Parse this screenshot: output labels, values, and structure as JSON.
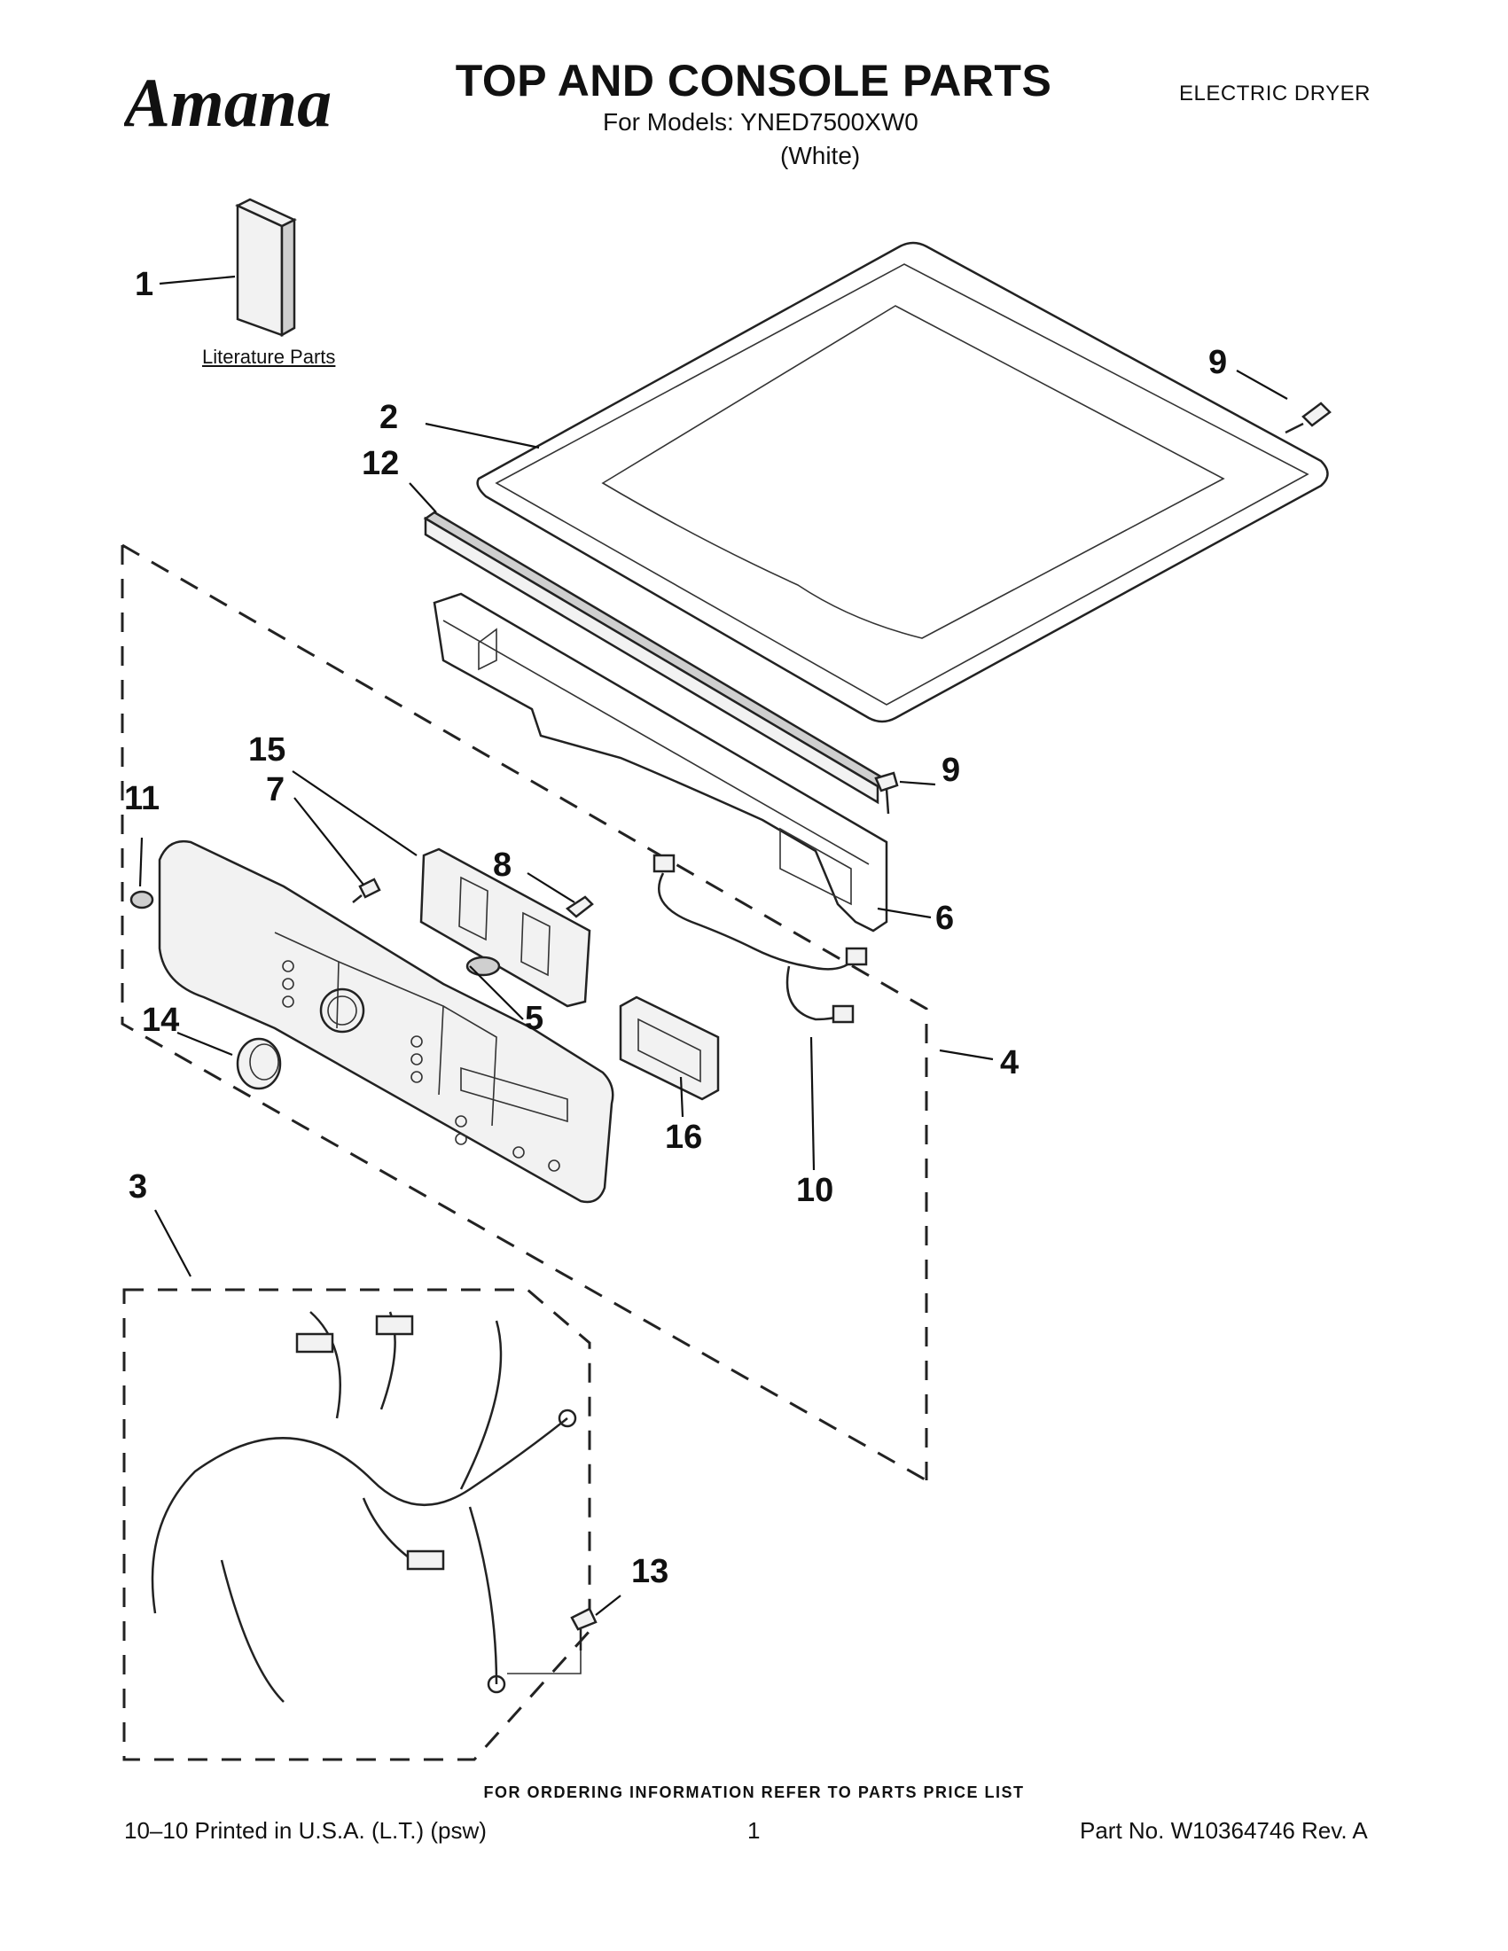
{
  "header": {
    "brand": "Amana",
    "title": "TOP AND CONSOLE PARTS",
    "models_line": "For Models: YNED7500XW0",
    "color_line": "(White)",
    "product_type": "ELECTRIC DRYER"
  },
  "literature_label": "Literature Parts",
  "callouts": [
    "1",
    "2",
    "3",
    "4",
    "5",
    "6",
    "7",
    "8",
    "9",
    "9",
    "10",
    "11",
    "12",
    "13",
    "14",
    "15",
    "16"
  ],
  "ordering_note": "FOR ORDERING INFORMATION REFER TO PARTS PRICE LIST",
  "footer": {
    "print_info": "10–10 Printed in U.S.A. (L.T.) (psw)",
    "page_number": "1",
    "part_number": "Part No. W10364746 Rev. A"
  }
}
